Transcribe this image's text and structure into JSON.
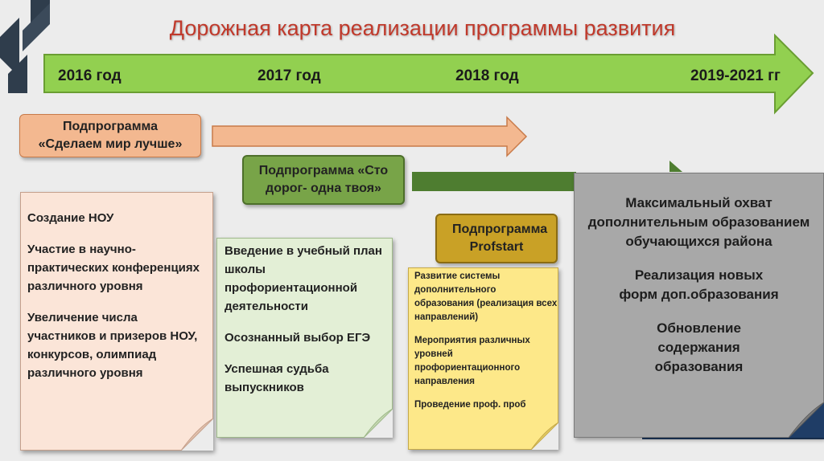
{
  "title": "Дорожная карта реализации программы развития",
  "colors": {
    "main_arrow": "#92d050",
    "orange_arrow": "#f3b890",
    "green_arrow": "#4e7d30",
    "title": "#c0392b",
    "logo": "#2f3d4c"
  },
  "logo": {
    "icon": "logo-icon"
  },
  "timeline": {
    "years": [
      "2016 год",
      "2017 год",
      "2018 год",
      "2019-2021 гг"
    ]
  },
  "subprograms": [
    {
      "label": "Подпрограмма «Сделаем мир лучше»"
    },
    {
      "label": "Подпрограмма «Сто дорог- одна твоя»"
    },
    {
      "label": "Подпрограмма Profstart"
    }
  ],
  "notes": [
    {
      "items": [
        "Создание НОУ",
        "Участие в научно-практических конференциях различного уровня",
        "Увеличение числа участников и призеров НОУ, конкурсов, олимпиад различного уровня"
      ]
    },
    {
      "items": [
        "Введение в учебный план школы профориентационной деятельности",
        "Осознанный выбор ЕГЭ",
        "Успешная судьба выпускников"
      ]
    },
    {
      "items": [
        "Развитие системы дополнительного образования (реализация всех направлений)",
        "Мероприятия различных уровней профориентационного направления",
        "Проведение проф. проб"
      ]
    },
    {
      "items": [
        "Максимальный охват дополнительным образованием обучающихся района",
        "Реализация новых форм доп.образования",
        "Обновление содержания образования"
      ]
    }
  ]
}
